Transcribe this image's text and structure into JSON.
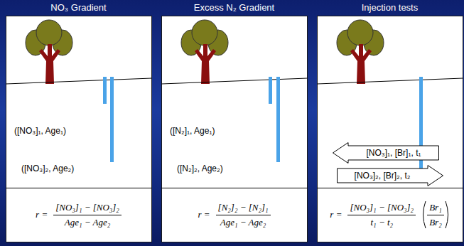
{
  "diagram": {
    "nodes": [
      {
        "text": [
          "NO₃ Gradient"
        ]
      },
      {
        "text": [
          "Excess N₂ Gradient"
        ]
      },
      {
        "text": [
          "Injection tests"
        ]
      },
      {
        "text": [
          "[NO₃]₁, [Br]₁, t₁"
        ],
        "in": 2
      },
      {
        "text": [
          "[NO₃]₂, [Br]₂, t₂"
        ],
        "in": 2
      }
    ],
    "labels": [
      "([NO₃]₁, Age₁)",
      "([NO₃]₂, Age₂)",
      "r =",
      "[NO₃]₁ − [NO₃]₂",
      "Age₁ − Age₂",
      "([N₂]₁, Age₁)",
      "([N₂]₂, Age₂)",
      "r =",
      "[N₂]₂ − [N₂]₁",
      "Age₁ − Age₂",
      "r =",
      "[NO₃]₁ − [NO₃]₂",
      "t₁ − t₂",
      "Br₁",
      "Br₂"
    ]
  }
}
